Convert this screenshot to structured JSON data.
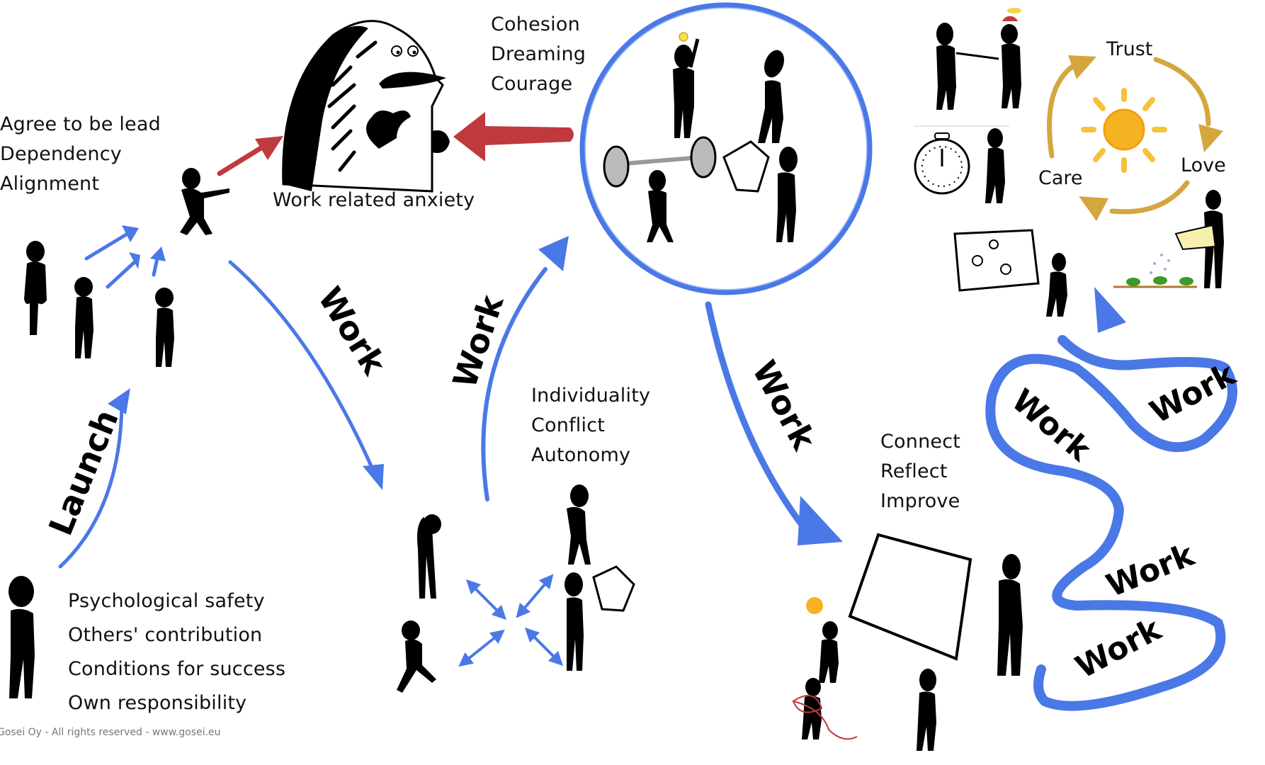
{
  "colors": {
    "blue": "#4a78e6",
    "red": "#c0393c",
    "gold": "#d4a63e",
    "sun": "#f5b324",
    "footer": "#777777"
  },
  "stages": {
    "forming": {
      "label": "Launch",
      "items": [
        "Psychological safety",
        "Others' contribution",
        "Conditions for success",
        "Own responsibility"
      ]
    },
    "dependency": {
      "items": [
        "Agree to be lead",
        "Dependency",
        "Alignment"
      ]
    },
    "anxiety": {
      "caption": "Work related anxiety"
    },
    "conflict": {
      "items": [
        "Individuality",
        "Conflict",
        "Autonomy"
      ]
    },
    "cohesion": {
      "items": [
        "Cohesion",
        "Dreaming",
        "Courage"
      ]
    },
    "improve": {
      "items": [
        "Connect",
        "Reflect",
        "Improve"
      ]
    },
    "cycle": {
      "top": "Trust",
      "right": "Love",
      "left": "Care"
    }
  },
  "arrow_labels": {
    "work_1": "Work",
    "work_2": "Work",
    "work_3": "Work",
    "river": [
      "Work",
      "Work",
      "Work",
      "Work"
    ]
  },
  "footer": "Gosei Oy - All rights reserved  -  www.gosei.eu"
}
